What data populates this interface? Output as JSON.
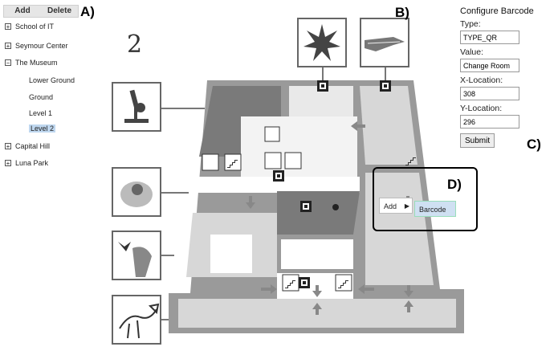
{
  "toolbar": {
    "add_label": "Add",
    "delete_label": "Delete"
  },
  "tree": {
    "items": [
      {
        "label": "School of IT",
        "toggle": "+"
      },
      {
        "label": "Seymour Center",
        "toggle": "+"
      },
      {
        "label": "The Museum",
        "toggle": "−"
      },
      {
        "label": "Lower Ground"
      },
      {
        "label": "Ground"
      },
      {
        "label": "Level 1"
      },
      {
        "label": "Level 2"
      },
      {
        "label": "Capital Hill",
        "toggle": "+"
      },
      {
        "label": "Luna Park",
        "toggle": "+"
      }
    ],
    "selected": "Level 2"
  },
  "callouts": {
    "a": "A)",
    "b": "B)",
    "c": "C)",
    "d": "D)"
  },
  "floor_number": "2",
  "config": {
    "title": "Configure Barcode",
    "type_label": "Type:",
    "type_value": "TYPE_QR",
    "value_label": "Value:",
    "value_value": "Change Room",
    "x_label": "X-Location:",
    "x_value": "308",
    "y_label": "Y-Location:",
    "y_value": "296",
    "submit_label": "Submit"
  },
  "context_menu": {
    "item_label": "Add",
    "submenu_label": "Barcode"
  },
  "icons": {
    "exhibit_icons": [
      "microscope-icon",
      "hands-icon",
      "butterfly-dinosaur-icon",
      "dinosaur-skeleton-icon"
    ],
    "top_icons": [
      "star-icon",
      "crocodile-icon"
    ]
  },
  "colors": {
    "selection": "#bfd7ef",
    "wall": "#9a9a9a",
    "room_dark": "#777777",
    "room_light": "#d7d7d7"
  }
}
